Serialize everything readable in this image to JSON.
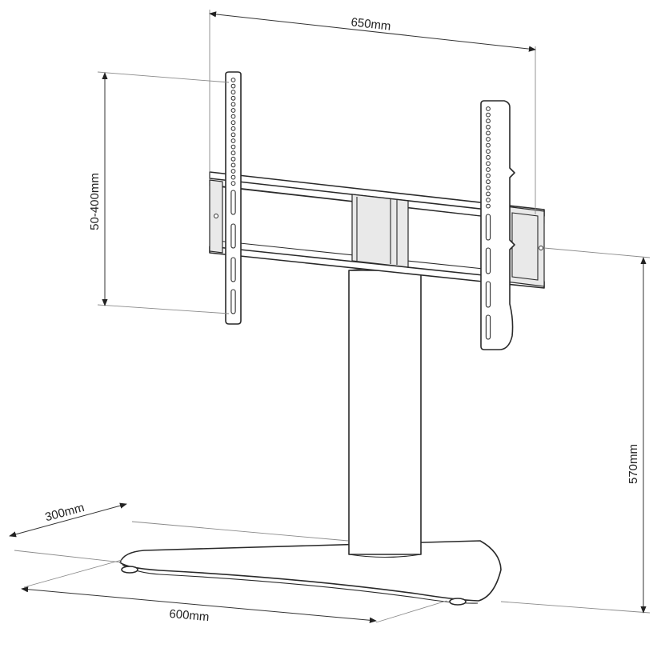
{
  "dimensions": {
    "overall_width": "650mm",
    "vesa_height": "50-400mm",
    "total_height": "570mm",
    "base_depth": "300mm",
    "base_width": "600mm"
  },
  "colors": {
    "line": "#2a2a2a",
    "extension": "#8a8a8a",
    "background": "#ffffff"
  }
}
